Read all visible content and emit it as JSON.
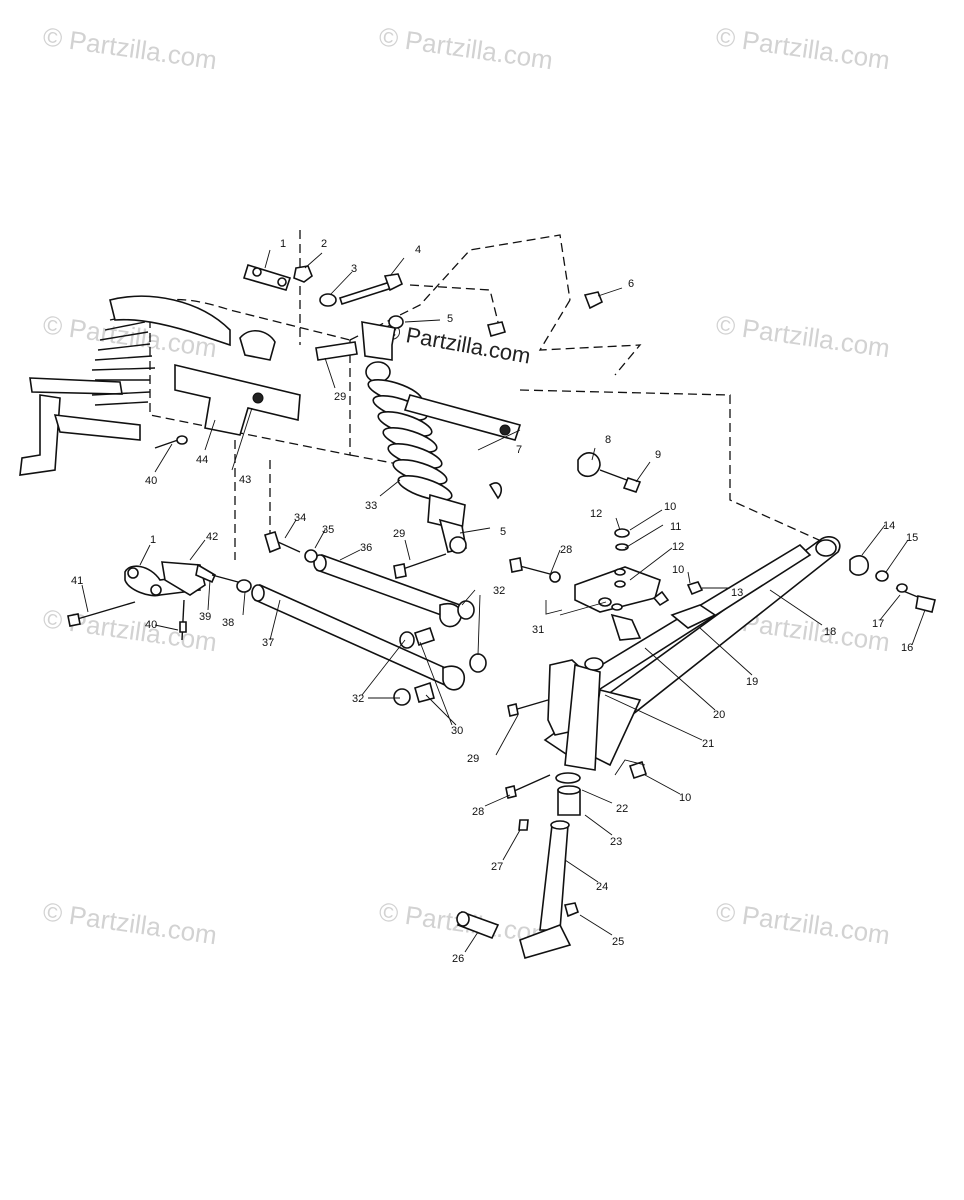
{
  "watermark": "© Partzilla.com",
  "center_watermark": "© Partzilla.com",
  "callouts": [
    "1",
    "2",
    "3",
    "4",
    "5",
    "6",
    "29",
    "40",
    "44",
    "43",
    "33",
    "7",
    "8",
    "9",
    "10",
    "12",
    "11",
    "28",
    "5",
    "29",
    "34",
    "35",
    "36",
    "42",
    "1",
    "41",
    "39",
    "38",
    "40",
    "37",
    "32",
    "31",
    "32",
    "30",
    "29",
    "28",
    "27",
    "24",
    "26",
    "25",
    "23",
    "22",
    "21",
    "20",
    "19",
    "18",
    "16",
    "17",
    "15",
    "14",
    "13",
    "10",
    "12",
    "10"
  ]
}
